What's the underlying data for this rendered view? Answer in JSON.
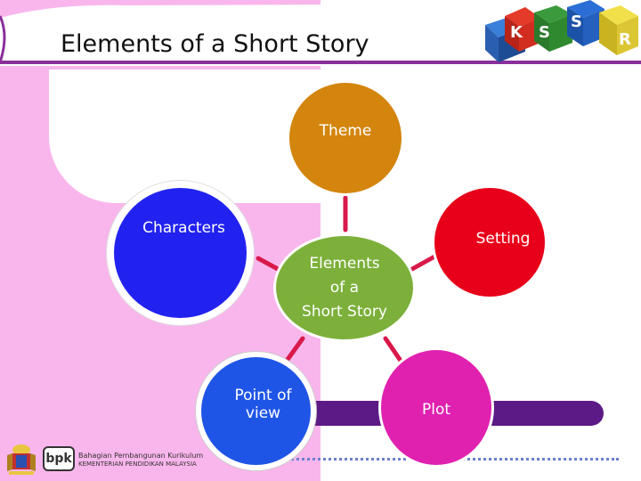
{
  "slide": {
    "title": "Elements of a Short Story"
  },
  "diagram": {
    "center": "Elements\nof a\nShort Story",
    "nodes": {
      "theme": "Theme",
      "characters": "Characters",
      "setting": "Setting",
      "point_of_view": "Point of\nview",
      "plot": "Plot"
    },
    "colors": {
      "center": "#7cb03a",
      "theme": "#d4850d",
      "characters": "#2222f0",
      "setting": "#e8001a",
      "point_of_view": "#1f55e6",
      "plot": "#e021b0",
      "connector": "#d8194a"
    }
  },
  "footer": {
    "bpk_logo": "bpk",
    "department": "Bahagian Pembangunan Kurikulum",
    "ministry": "KEMENTERIAN PENDIDIKAN MALAYSIA"
  },
  "decor": {
    "cube_letters": [
      "K",
      "S",
      "S",
      "R"
    ]
  }
}
